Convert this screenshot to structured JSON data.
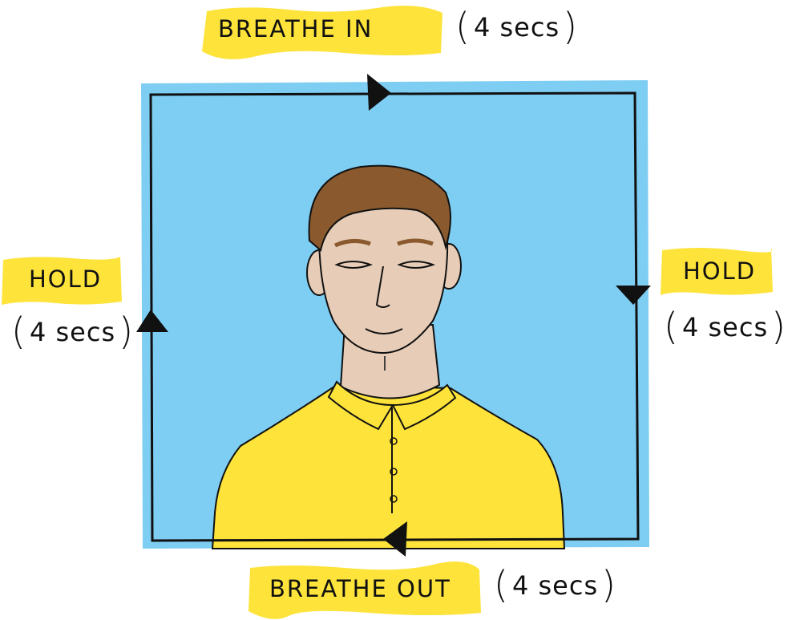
{
  "colors": {
    "background": "#ffffff",
    "sky_blue": "#7ecdf3",
    "highlighter_yellow": "#fde33a",
    "shirt_yellow": "#fde33a",
    "hair_brown": "#8a5a2e",
    "skin": "#e7cdb7",
    "ink": "#111111"
  },
  "icons": [
    "arrow-right-icon",
    "arrow-down-icon",
    "arrow-left-icon",
    "arrow-up-icon"
  ],
  "steps": {
    "top": {
      "action": "BREATHE IN",
      "duration": "4 secs"
    },
    "right": {
      "action": "HOLD",
      "duration": "4 secs"
    },
    "bottom": {
      "action": "BREATHE OUT",
      "duration": "4 secs"
    },
    "left": {
      "action": "HOLD",
      "duration": "4 secs"
    }
  }
}
